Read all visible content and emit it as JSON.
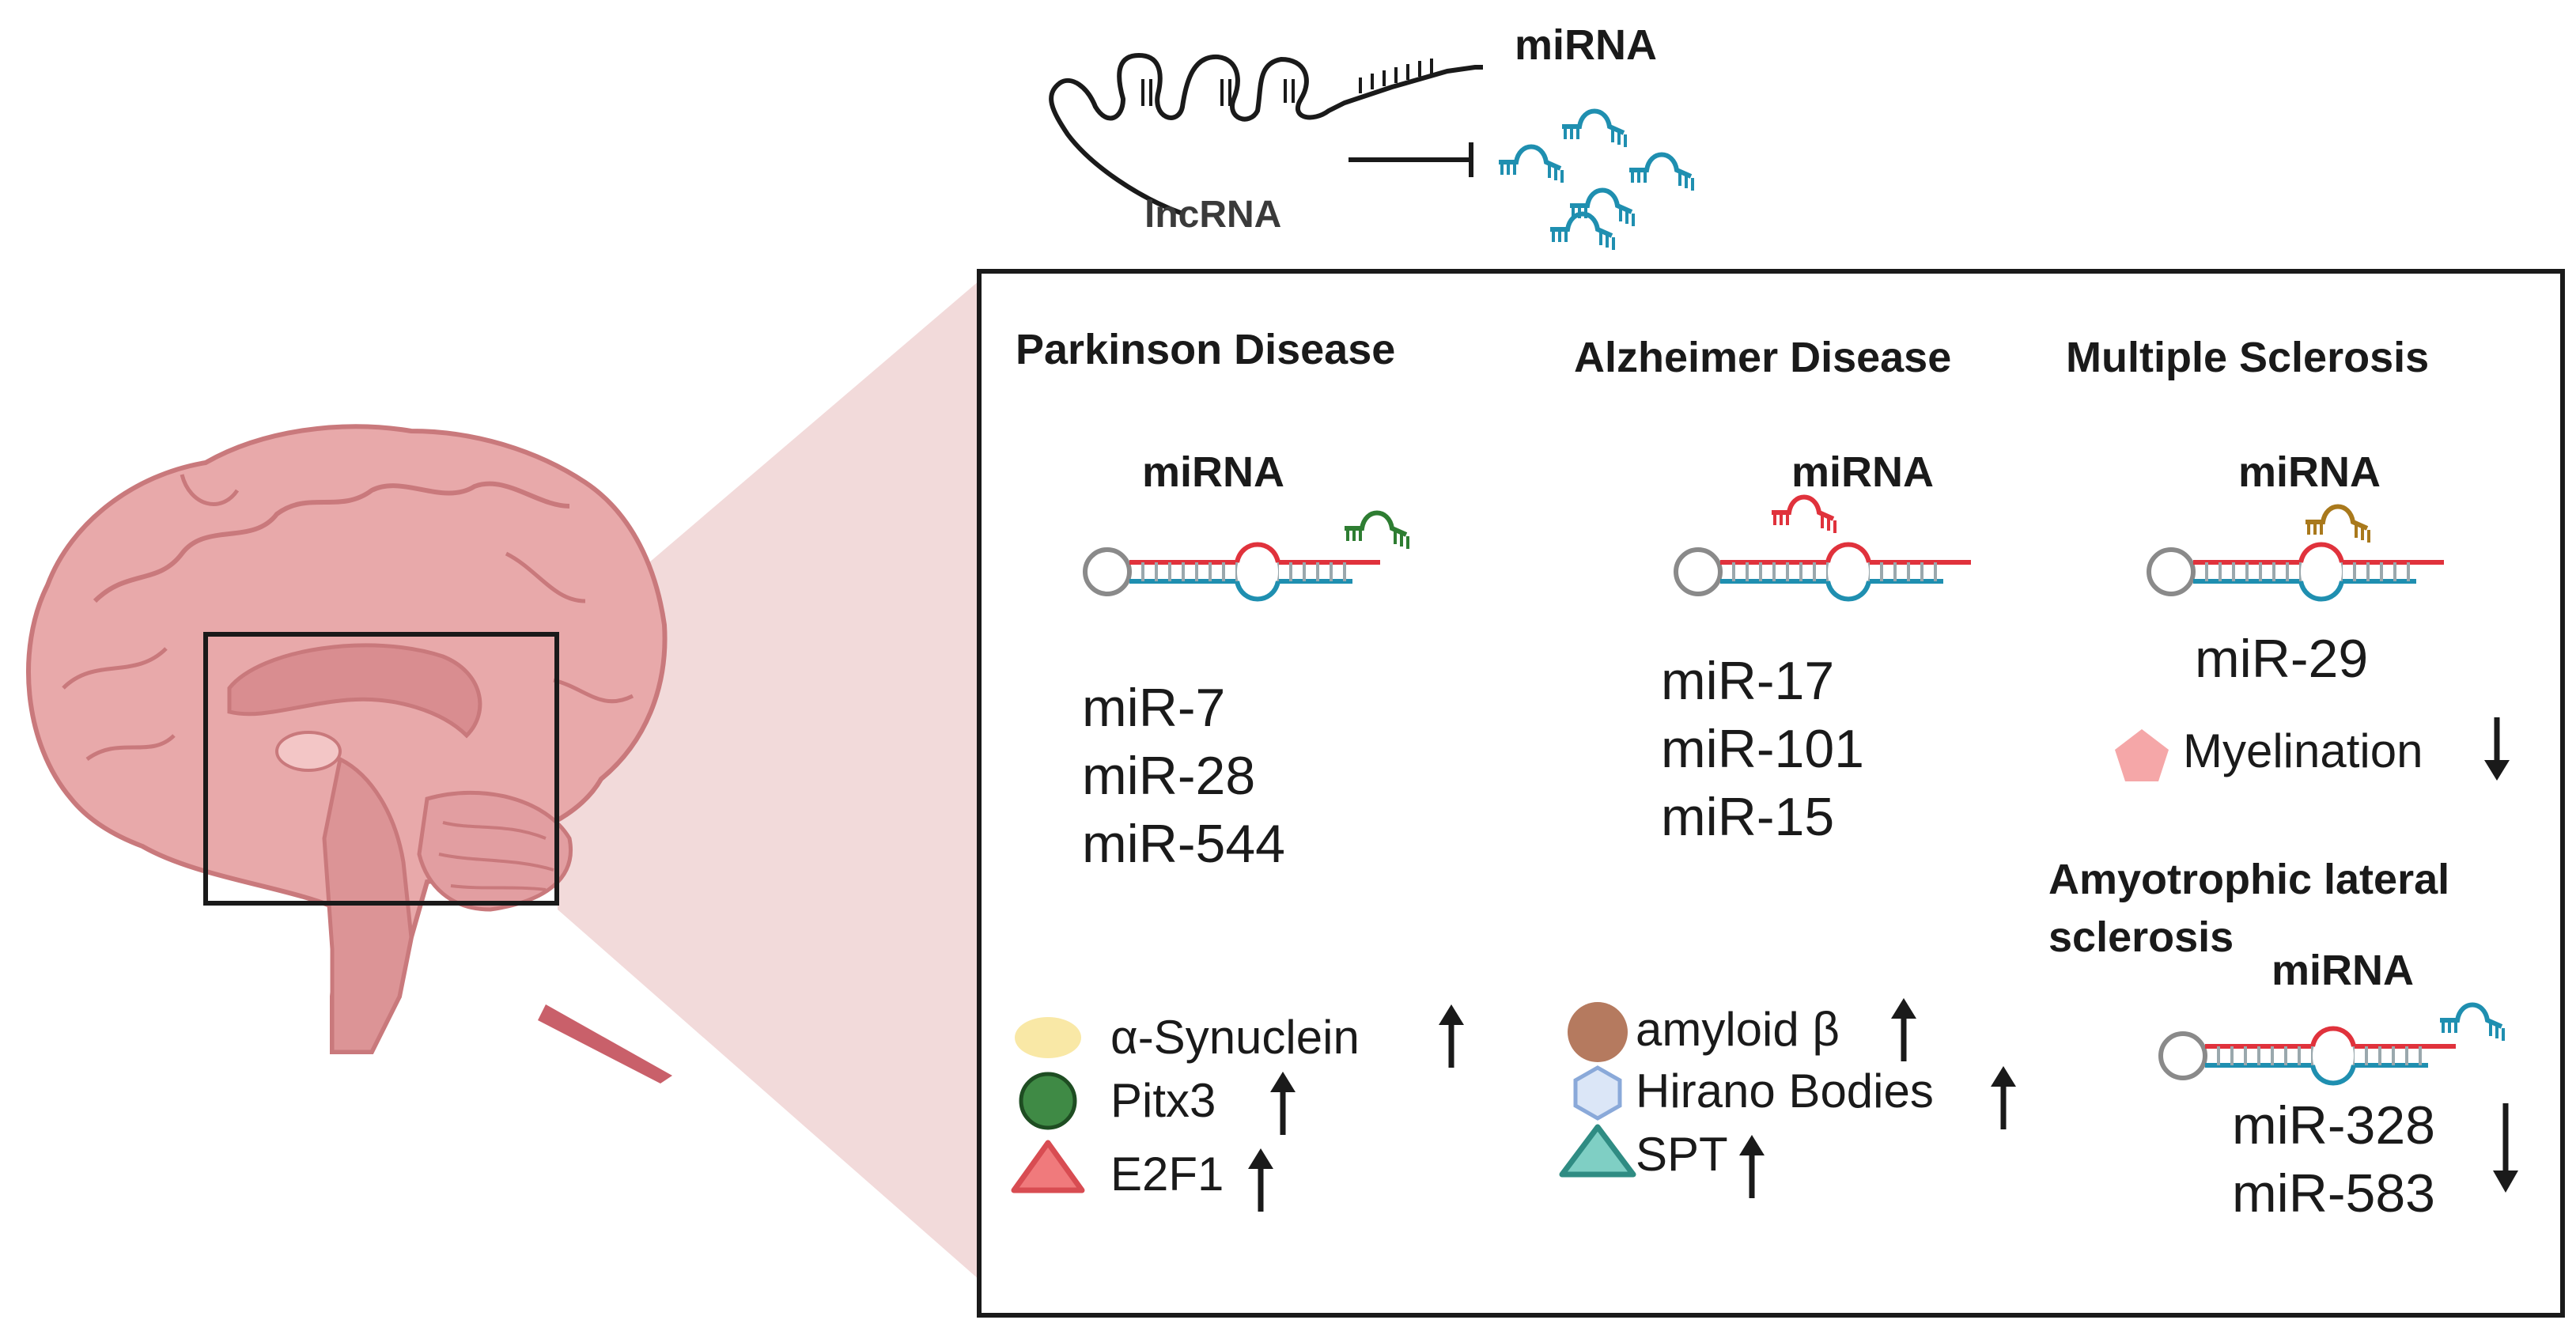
{
  "top": {
    "mirna_label": "miRNA",
    "lncrna_label": "lncRNA"
  },
  "colors": {
    "brain": "#e8a9aa",
    "brain_dark": "#c9797c",
    "zoom_cone": "#f2dada",
    "mirna_blue": "#1f8fb0",
    "stem_red": "#e0323c",
    "stem_blue": "#1f8fb0",
    "green_mirna": "#2e7d32",
    "red_mirna": "#e0323c",
    "gold_mirna": "#a9791c"
  },
  "diseases": {
    "parkinson": {
      "title": "Parkinson Disease",
      "mirna_label": "miRNA",
      "mirnas": [
        "miR-7",
        "miR-28",
        "miR-544"
      ],
      "markers": [
        {
          "label": "α-Synuclein",
          "icon": "yellow-oval-icon",
          "color": "#f9e8a6",
          "direction": "up"
        },
        {
          "label": "Pitx3",
          "icon": "green-circle-icon",
          "color": "#3f8a45",
          "direction": "up"
        },
        {
          "label": "E2F1",
          "icon": "red-triangle-icon",
          "color": "#f07a7c",
          "direction": "up"
        }
      ]
    },
    "alzheimer": {
      "title": "Alzheimer Disease",
      "mirna_label": "miRNA",
      "mirnas": [
        "miR-17",
        "miR-101",
        "miR-15"
      ],
      "markers": [
        {
          "label": "amyloid β",
          "icon": "brown-circle-icon",
          "color": "#b57a5f",
          "direction": "up"
        },
        {
          "label": "Hirano Bodies",
          "icon": "blue-hexagon-icon",
          "color": "#dbe6f7",
          "direction": "up"
        },
        {
          "label": "SPT",
          "icon": "teal-triangle-icon",
          "color": "#7fcfc4",
          "direction": "up"
        }
      ]
    },
    "ms": {
      "title": "Multiple Sclerosis",
      "mirna_label": "miRNA",
      "mirnas": [
        "miR-29"
      ],
      "markers": [
        {
          "label": "Myelination",
          "icon": "pink-pentagon-icon",
          "color": "#f5a7a8",
          "direction": "down"
        }
      ]
    },
    "als": {
      "title_line1": "Amyotrophic lateral",
      "title_line2": "sclerosis",
      "mirna_label": "miRNA",
      "mirnas": [
        "miR-328",
        "miR-583"
      ],
      "direction": "down"
    }
  }
}
